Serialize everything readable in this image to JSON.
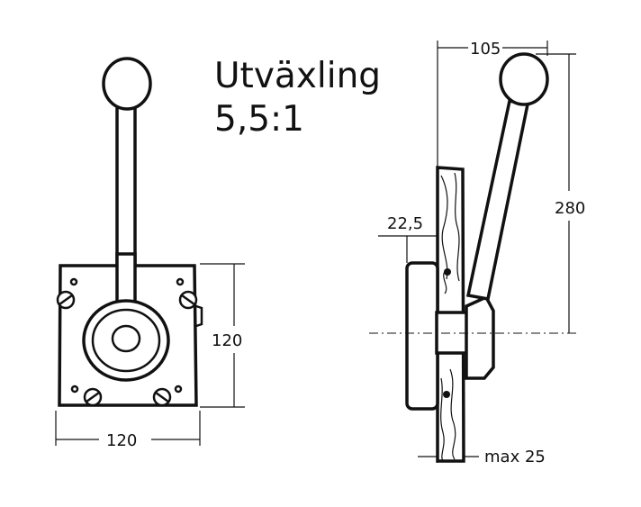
{
  "title": {
    "line1": "Utväxling",
    "line2": "5,5:1"
  },
  "dimensions": {
    "front_height": "120",
    "front_width": "120",
    "side_top": "105",
    "side_height": "280",
    "side_offset": "22,5",
    "side_max": "max 25"
  }
}
